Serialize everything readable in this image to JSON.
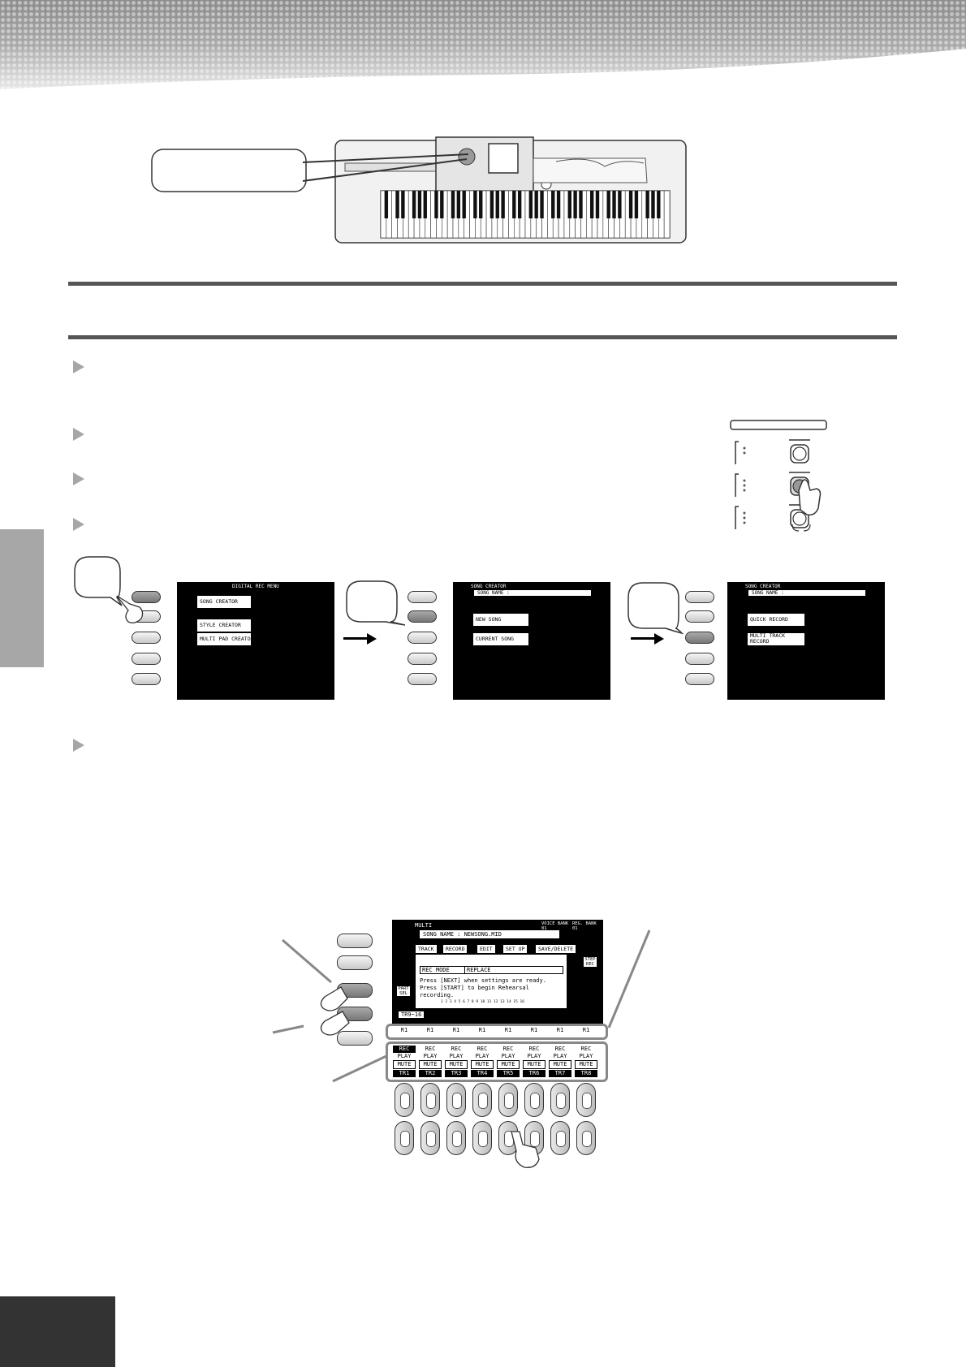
{
  "digital_rec_menu": {
    "title": "DIGITAL REC MENU",
    "items": [
      "SONG CREATOR",
      "STYLE CREATOR",
      "MULTI PAD CREATOR"
    ]
  },
  "song_creator_1": {
    "title": "SONG CREATOR",
    "song_name": "SONG NAME :",
    "items": [
      "NEW SONG",
      "CURRENT SONG"
    ]
  },
  "song_creator_2": {
    "title": "SONG CREATOR",
    "song_name": "SONG NAME :",
    "items": [
      "QUICK RECORD",
      "MULTI TRACK RECORD"
    ]
  },
  "multi_screen": {
    "title": "MULTI",
    "bank_label": "VOICE BANK 01",
    "reg_label": "REG. BANK 01",
    "song_name": "SONG NAME : NEWSONG.MID",
    "tabs": [
      "TRACK",
      "RECORD",
      "EDIT",
      "SET UP",
      "SAVE/DELETE"
    ],
    "rec_mode_label": "REC MODE",
    "rec_mode_value": "REPLACE",
    "message_lines": [
      "Press [NEXT] when settings are ready.",
      "Press [START] to begin Rehearsal",
      "recording."
    ],
    "step_rec": "STEP REC",
    "part_sel": "PART SEL",
    "track_range": "TR9~16",
    "channel_numbers": "1 2 3 4 5 6 7 8 9 10 11 12 13 14 15 16",
    "parts": [
      "R1",
      "R1",
      "R1",
      "R1",
      "R1",
      "R1",
      "R1",
      "R1"
    ],
    "row_rec": "REC",
    "row_play": "PLAY",
    "row_mute": "MUTE",
    "tracks": [
      "TR1",
      "TR2",
      "TR3",
      "TR4",
      "TR5",
      "TR6",
      "TR7",
      "TR8"
    ]
  }
}
